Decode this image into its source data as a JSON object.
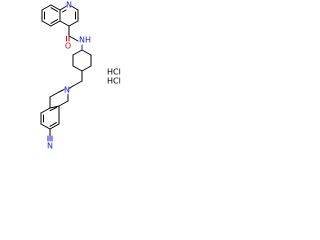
{
  "atoms": {
    "quinoline_n": "N",
    "amide_n": "N",
    "amide_h": "H",
    "amide_o": "O",
    "ring_n": "N",
    "nitrile_n": "N"
  },
  "salts": [
    "HCl",
    "HCl"
  ],
  "colors": {
    "bond": "#000000",
    "nitrogen": "#1f1fd6",
    "oxygen": "#e00000",
    "background": "#ffffff"
  }
}
